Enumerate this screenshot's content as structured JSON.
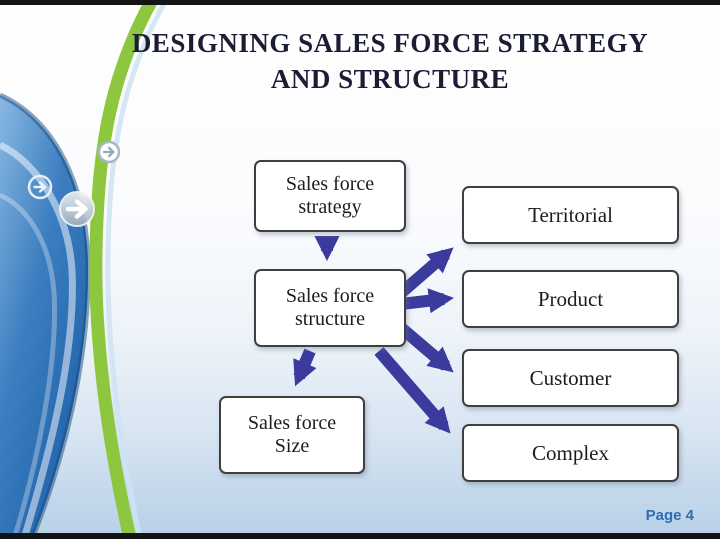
{
  "slide": {
    "title": {
      "line1": "DESIGNING SALES FORCE STRATEGY",
      "line2": "AND STRUCTURE"
    },
    "footer": {
      "page_label": "Page 4"
    }
  },
  "diagram": {
    "boxes": {
      "strategy": {
        "line1": "Sales force",
        "line2": "strategy"
      },
      "structure": {
        "line1": "Sales force",
        "line2": "structure"
      },
      "size": {
        "line1": "Sales force",
        "line2": "Size"
      },
      "territorial": {
        "label": "Territorial"
      },
      "product": {
        "label": "Product"
      },
      "customer": {
        "label": "Customer"
      },
      "complex": {
        "label": "Complex"
      }
    },
    "arrows": [
      {
        "from": "sales-force-strategy",
        "to": "sales-force-structure"
      },
      {
        "from": "sales-force-structure",
        "to": "sales-force-size"
      },
      {
        "from": "sales-force-structure",
        "to": "territorial"
      },
      {
        "from": "sales-force-structure",
        "to": "product"
      },
      {
        "from": "sales-force-structure",
        "to": "customer"
      },
      {
        "from": "sales-force-structure",
        "to": "complex"
      }
    ]
  },
  "colors": {
    "arrow": "#3b3b9e",
    "title_text": "#1c1c34",
    "page_label": "#2d6db0",
    "box_border": "#3f3f3f",
    "swoosh_green": "#8dc63f",
    "swoosh_blue": "#2f6fb4"
  }
}
